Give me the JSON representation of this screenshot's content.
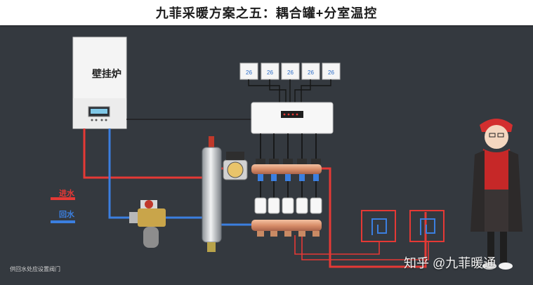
{
  "title": "九菲采暖方案之五：耦合罐+分室温控",
  "boiler": {
    "label": "壁挂炉"
  },
  "legend": {
    "supply": "进水",
    "return": "回水",
    "supply_color": "#e53935",
    "return_color": "#3b7fe0"
  },
  "footnote": "供回水处应设置阀门",
  "watermark": "知乎 @九菲暖通",
  "thermostats": [
    {
      "reading": "26"
    },
    {
      "reading": "26"
    },
    {
      "reading": "26"
    },
    {
      "reading": "26"
    },
    {
      "reading": "26"
    }
  ]
}
